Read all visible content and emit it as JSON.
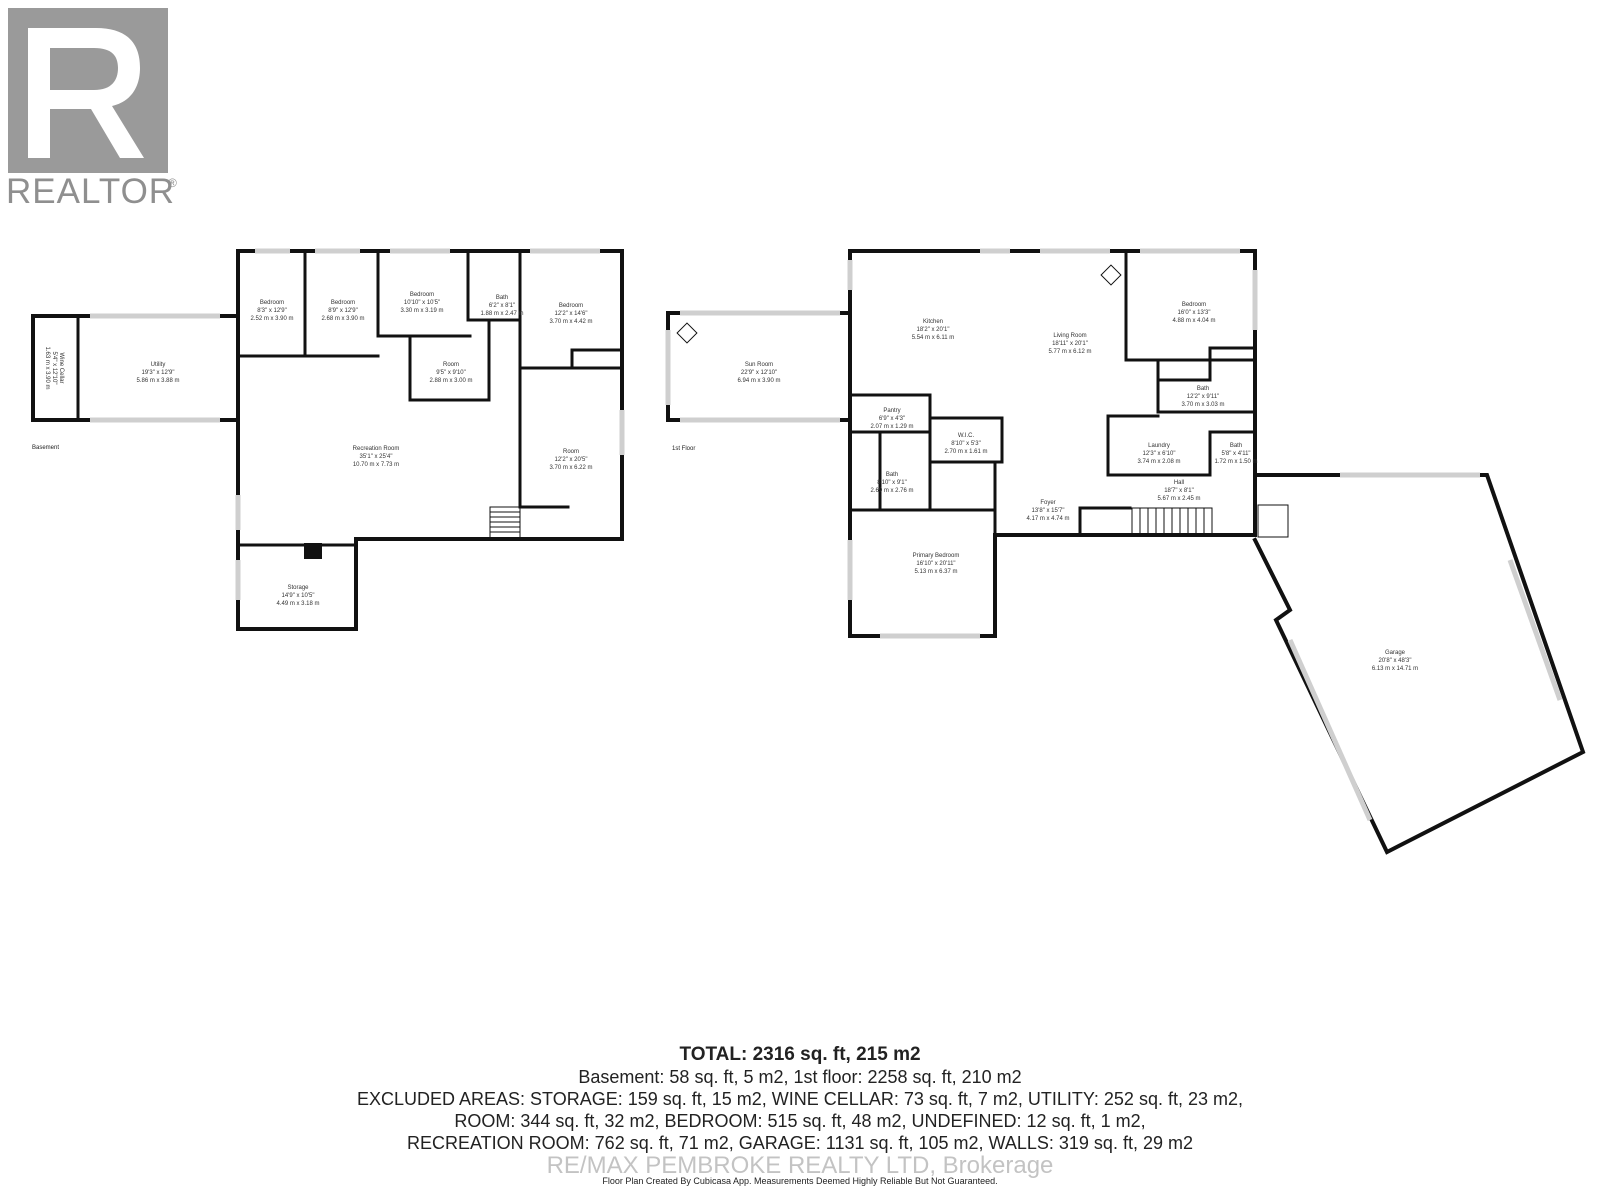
{
  "logo": {
    "text": "REALTOR",
    "icon": "realtor-r-logo"
  },
  "floors": [
    {
      "label": "Basement"
    },
    {
      "label": "1st Floor"
    }
  ],
  "rooms": [
    {
      "key": "wine_cellar",
      "name": "Wine Cellar",
      "imperial": "5'4\" x 12'10\"",
      "metric": "1.63 m x 3.90 m"
    },
    {
      "key": "utility",
      "name": "Utility",
      "imperial": "19'3\" x 12'9\"",
      "metric": "5.86 m x 3.88 m"
    },
    {
      "key": "bsmt_bed1",
      "name": "Bedroom",
      "imperial": "8'3\" x 12'9\"",
      "metric": "2.52 m x 3.90 m"
    },
    {
      "key": "bsmt_bed2",
      "name": "Bedroom",
      "imperial": "8'9\" x 12'9\"",
      "metric": "2.68 m x 3.90 m"
    },
    {
      "key": "bsmt_bed3",
      "name": "Bedroom",
      "imperial": "10'10\" x 10'5\"",
      "metric": "3.30 m x 3.19 m"
    },
    {
      "key": "bsmt_bath",
      "name": "Bath",
      "imperial": "6'2\" x 8'1\"",
      "metric": "1.88 m x 2.47 m"
    },
    {
      "key": "bsmt_bed4",
      "name": "Bedroom",
      "imperial": "12'2\" x 14'6\"",
      "metric": "3.70 m x 4.42 m"
    },
    {
      "key": "bsmt_room1",
      "name": "Room",
      "imperial": "9'5\" x 9'10\"",
      "metric": "2.88 m x 3.00 m"
    },
    {
      "key": "recreation",
      "name": "Recreation Room",
      "imperial": "35'1\" x 25'4\"",
      "metric": "10.70 m x 7.73 m"
    },
    {
      "key": "bsmt_room2",
      "name": "Room",
      "imperial": "12'2\" x 20'5\"",
      "metric": "3.70 m x 6.22 m"
    },
    {
      "key": "storage",
      "name": "Storage",
      "imperial": "14'9\" x 10'5\"",
      "metric": "4.49 m x 3.18 m"
    },
    {
      "key": "sun_room",
      "name": "Sun Room",
      "imperial": "22'9\" x 12'10\"",
      "metric": "6.94 m x 3.90 m"
    },
    {
      "key": "kitchen",
      "name": "Kitchen",
      "imperial": "18'2\" x 20'1\"",
      "metric": "5.54 m x 6.11 m"
    },
    {
      "key": "living",
      "name": "Living Room",
      "imperial": "18'11\" x 20'1\"",
      "metric": "5.77 m x 6.12 m"
    },
    {
      "key": "main_bed",
      "name": "Bedroom",
      "imperial": "16'0\" x 13'3\"",
      "metric": "4.88 m x 4.04 m"
    },
    {
      "key": "pantry",
      "name": "Pantry",
      "imperial": "6'9\" x 4'3\"",
      "metric": "2.07 m x 1.29 m"
    },
    {
      "key": "wic",
      "name": "W.I.C.",
      "imperial": "8'10\" x 5'3\"",
      "metric": "2.70 m x 1.61 m"
    },
    {
      "key": "main_bath1",
      "name": "Bath",
      "imperial": "12'2\" x 9'11\"",
      "metric": "3.70 m x 3.03 m"
    },
    {
      "key": "laundry",
      "name": "Laundry",
      "imperial": "12'3\" x 6'10\"",
      "metric": "3.74 m x 2.08 m"
    },
    {
      "key": "main_bath2",
      "name": "Bath",
      "imperial": "5'8\" x 4'11\"",
      "metric": "1.72 m x 1.50 m"
    },
    {
      "key": "main_bath3",
      "name": "Bath",
      "imperial": "8'10\" x 9'1\"",
      "metric": "2.69 m x 2.76 m"
    },
    {
      "key": "hall",
      "name": "Hall",
      "imperial": "18'7\" x 8'1\"",
      "metric": "5.67 m x 2.45 m"
    },
    {
      "key": "foyer",
      "name": "Foyer",
      "imperial": "13'8\" x 15'7\"",
      "metric": "4.17 m x 4.74 m"
    },
    {
      "key": "primary_bed",
      "name": "Primary Bedroom",
      "imperial": "16'10\" x 20'11\"",
      "metric": "5.13 m x 6.37 m"
    },
    {
      "key": "garage",
      "name": "Garage",
      "imperial": "20'8\" x 48'3\"",
      "metric": "6.13 m x 14.71 m"
    }
  ],
  "totals": {
    "line1": "TOTAL: 2316 sq. ft, 215 m2",
    "line2": "Basement: 58 sq. ft, 5 m2, 1st floor: 2258 sq. ft, 210 m2",
    "line3": "EXCLUDED AREAS: STORAGE: 159 sq. ft, 15 m2, WINE CELLAR: 73 sq. ft, 7 m2, UTILITY: 252 sq. ft, 23 m2,",
    "line4": "ROOM: 344 sq. ft, 32 m2, BEDROOM: 515 sq. ft, 48 m2, UNDEFINED: 12 sq. ft, 1 m2,",
    "line5": "RECREATION ROOM: 762 sq. ft, 71 m2, GARAGE: 1131 sq. ft, 105 m2, WALLS: 319 sq. ft, 29 m2"
  },
  "watermark": "RE/MAX PEMBROKE REALTY LTD, Brokerage",
  "credit": "Floor Plan Created By Cubicasa App. Measurements Deemed Highly Reliable But Not Guaranteed.",
  "colors": {
    "wall": "#111111",
    "window": "#cccccc",
    "logo_bg": "#9a9a9a"
  }
}
